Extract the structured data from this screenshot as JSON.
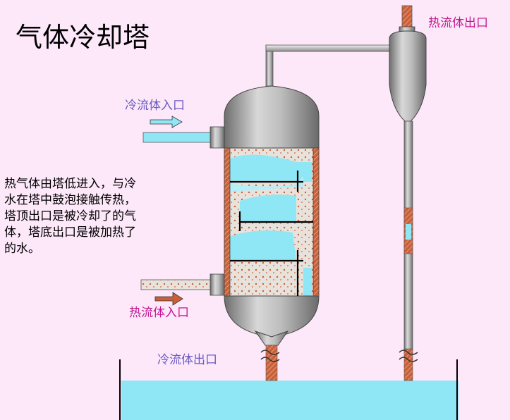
{
  "title": "气体冷却塔",
  "labels": {
    "cold_in": "冷流体入口",
    "hot_in": "热流体入口",
    "hot_out": "热流体出口",
    "cold_out": "冷流体出口"
  },
  "description_lines": [
    "热气体由塔低进入，与冷",
    "水在塔中鼓泡接触传热，",
    "塔顶出口是被冷却了的气",
    "体，塔底出口是被加热了",
    "的水。"
  ],
  "colors": {
    "background": "#fde8fa",
    "cold_label": "#6b5bbf",
    "hot_label": "#c2188f",
    "water": "#8fe6f5",
    "metal": "#9a9a9a",
    "wall": "#b8502a",
    "hot_arrow": "#c8603a",
    "cold_arrow": "#8fe6f5"
  }
}
